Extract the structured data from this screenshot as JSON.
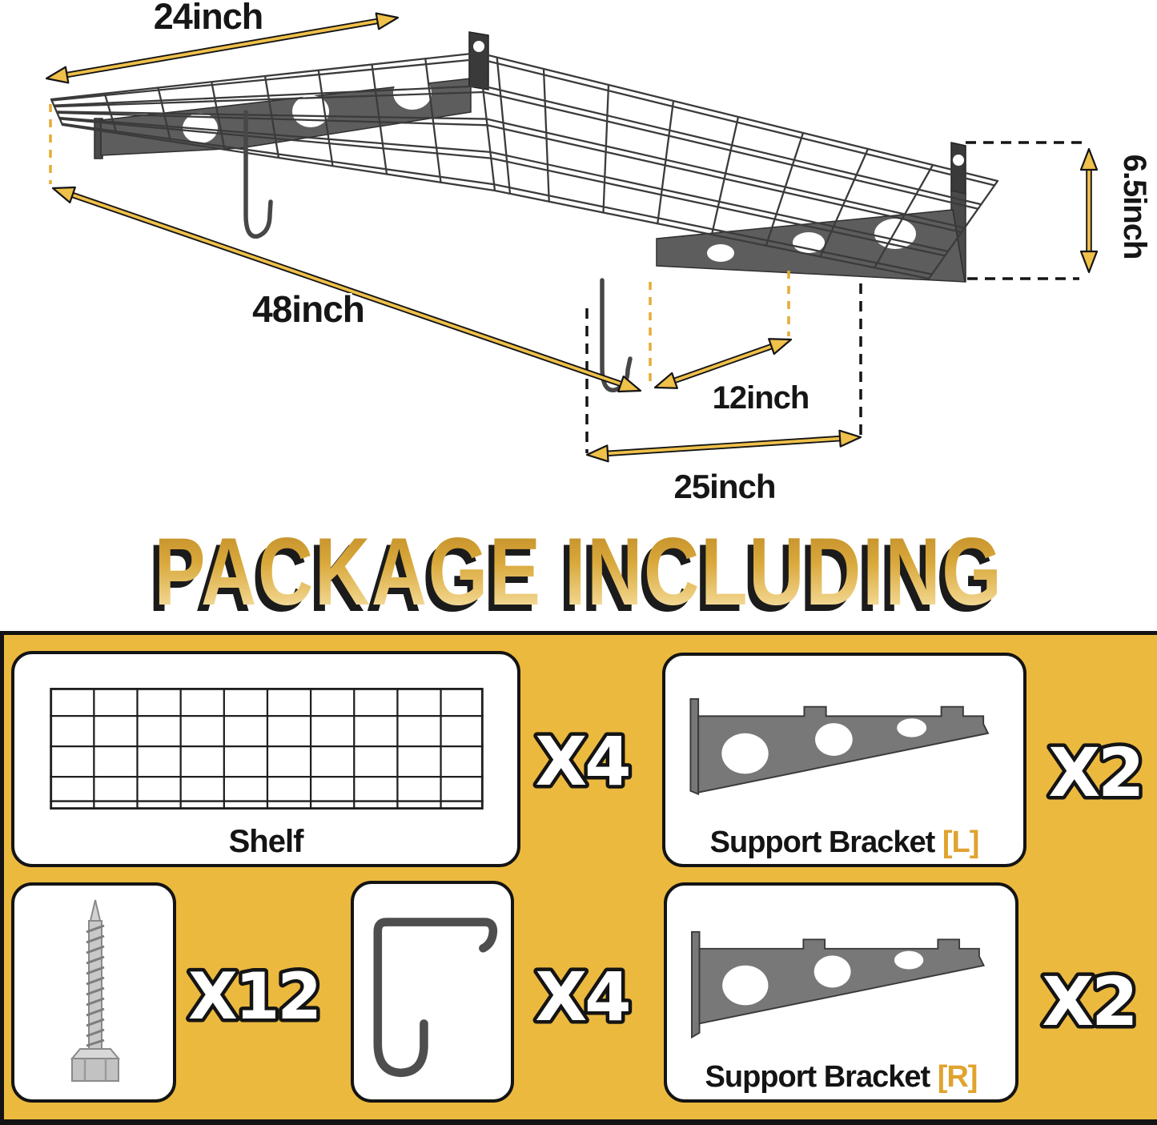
{
  "title": "PACKAGE INCLUDING",
  "diagram": {
    "dimensions": {
      "shelf_depth": "24inch",
      "shelf_length": "48inch",
      "bracket_height": "6.5inch",
      "hook_offset": "12inch",
      "bracket_span": "25inch"
    }
  },
  "package": {
    "items": {
      "shelf": {
        "label": "Shelf",
        "count": "X4"
      },
      "bracket_left": {
        "label": "Support Bracket",
        "variant": "[L]",
        "count": "X2"
      },
      "screw": {
        "count": "X12"
      },
      "hook": {
        "count": "X4"
      },
      "bracket_right": {
        "label": "Support Bracket",
        "variant": "[R]",
        "count": "X2"
      }
    }
  },
  "colors": {
    "section_background": "#ECB93F",
    "accent_gold": "#E0A32E",
    "arrow_yellow": "#EFC04A",
    "ink": "#141414",
    "bracket_gray": "#787878"
  }
}
